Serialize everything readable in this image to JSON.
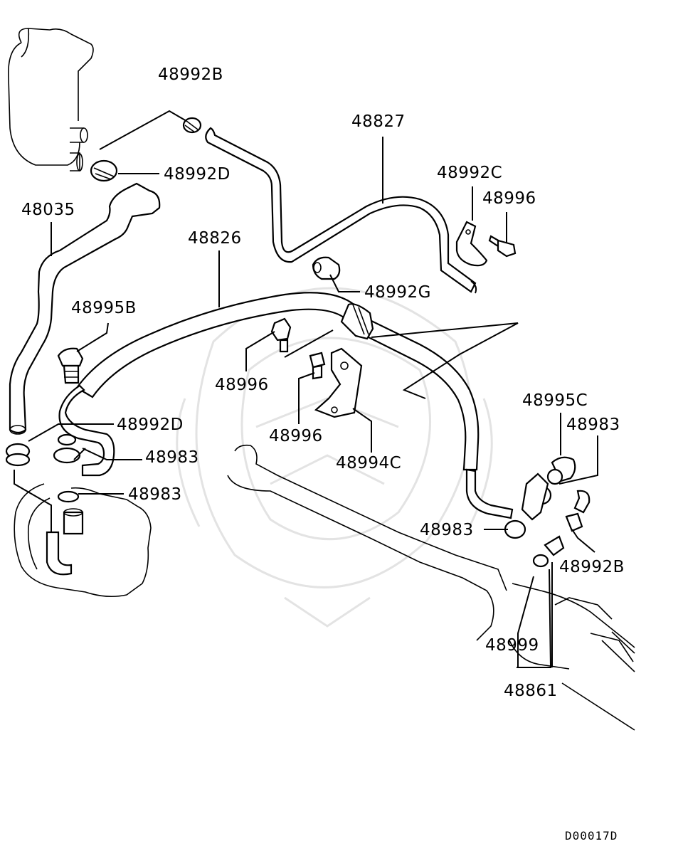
{
  "diagram": {
    "code": "D00017D",
    "callouts": [
      {
        "id": "c1",
        "text": "48992B"
      },
      {
        "id": "c2",
        "text": "48827"
      },
      {
        "id": "c3",
        "text": "48992D"
      },
      {
        "id": "c4",
        "text": "48992C"
      },
      {
        "id": "c5",
        "text": "48996"
      },
      {
        "id": "c6",
        "text": "48035"
      },
      {
        "id": "c7",
        "text": "48826"
      },
      {
        "id": "c8",
        "text": "48992G"
      },
      {
        "id": "c9",
        "text": "48995B"
      },
      {
        "id": "c10",
        "text": "48996"
      },
      {
        "id": "c11",
        "text": "48995C"
      },
      {
        "id": "c12",
        "text": "48983"
      },
      {
        "id": "c13",
        "text": "48992D"
      },
      {
        "id": "c14",
        "text": "48996"
      },
      {
        "id": "c15",
        "text": "48983"
      },
      {
        "id": "c16",
        "text": "48994C"
      },
      {
        "id": "c17",
        "text": "48983"
      },
      {
        "id": "c18",
        "text": "48983"
      },
      {
        "id": "c19",
        "text": "48992B"
      },
      {
        "id": "c20",
        "text": "48999"
      },
      {
        "id": "c21",
        "text": "48861"
      }
    ]
  }
}
